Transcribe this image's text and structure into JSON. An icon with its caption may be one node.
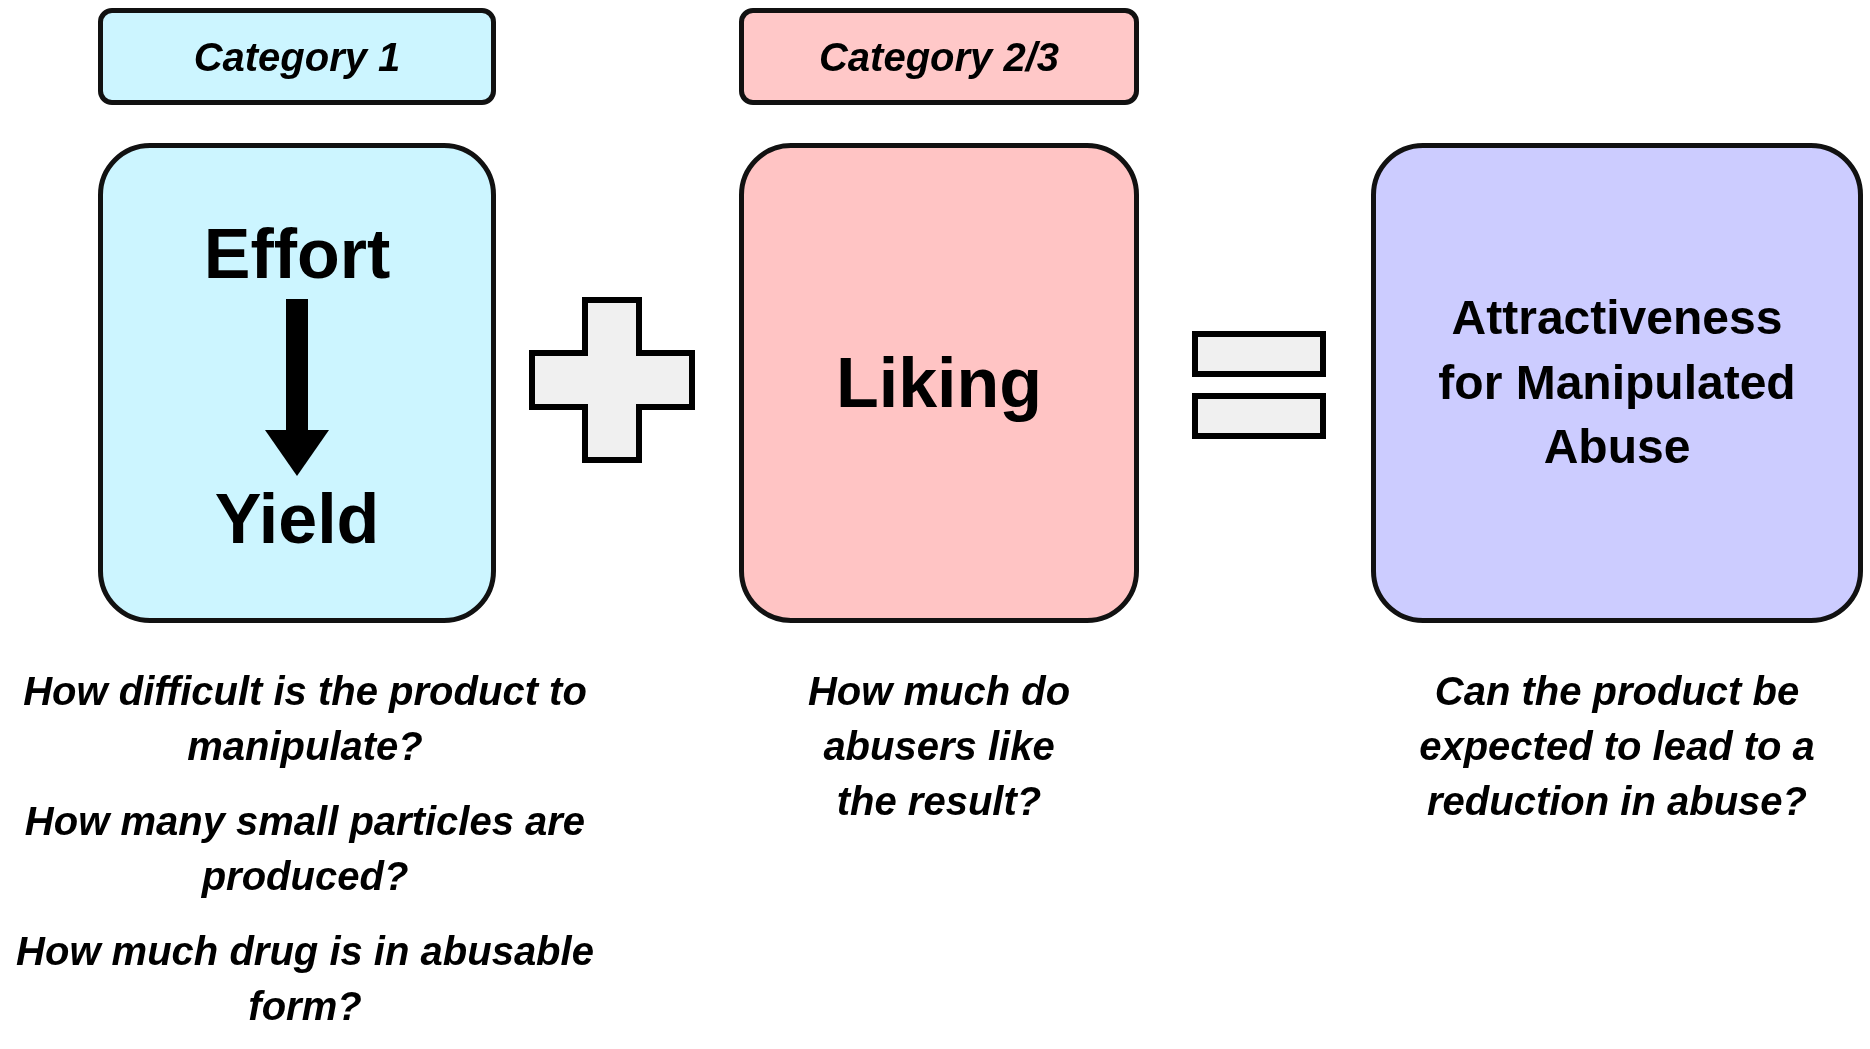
{
  "diagram": {
    "nodes": [
      {
        "text": [
          "Category 1"
        ]
      },
      {
        "text": [],
        "shape": "box",
        "beside": [
          "How difficult is the product to manipulate?",
          "How many small particles are produced?",
          "How much drug is in abusable form?"
        ]
      },
      {
        "text": [
          "Effort"
        ],
        "in": 1
      },
      {
        "text": [
          "Yield"
        ],
        "in": 1
      },
      {
        "text": [
          "Category 2/3"
        ]
      },
      {
        "text": [
          "Liking"
        ],
        "beside": [
          "How much do abusers like the result?"
        ]
      },
      {
        "text": [
          "Attractiveness for Manipulated Abuse"
        ],
        "beside": [
          "Can the product be expected to lead to a reduction in abuse?"
        ]
      }
    ],
    "edges": [
      {
        "from": 2,
        "to": 3,
        "arrow": "to"
      }
    ]
  }
}
